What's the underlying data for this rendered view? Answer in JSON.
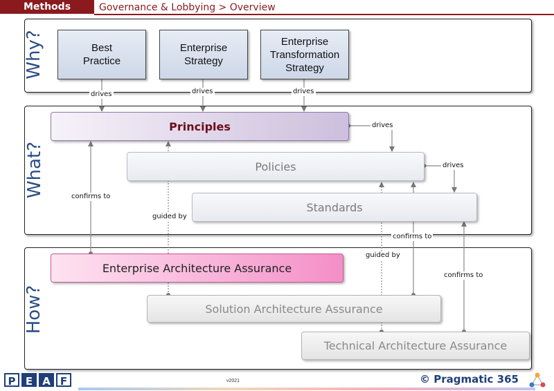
{
  "header": {
    "tab": "Methods",
    "breadcrumb": "Governance & Lobbying > Overview"
  },
  "bands": {
    "why": "Why?",
    "what": "What?",
    "how": "How?"
  },
  "why_boxes": {
    "best_practice": [
      "Best",
      "Practice"
    ],
    "enterprise_strategy": [
      "Enterprise",
      "Strategy"
    ],
    "enterprise_transformation_strategy": [
      "Enterprise",
      "Transformation",
      "Strategy"
    ]
  },
  "what": {
    "principles": "Principles",
    "policies": "Policies",
    "standards": "Standards"
  },
  "how": {
    "enterprise_assurance": "Enterprise Architecture Assurance",
    "solution_assurance": "Solution Architecture Assurance",
    "technical_assurance": "Technical Architecture Assurance"
  },
  "labels": {
    "drives": "drives",
    "confirms_to": "confirms to",
    "guided_by": "guided by"
  },
  "footer": {
    "logo_letters": [
      "P",
      "E",
      "A",
      "F"
    ],
    "version": "v2021",
    "brand": "© Pragmatic 365"
  },
  "colors": {
    "header": "#8b1a1f",
    "band_label": "#2c4f86",
    "principles_text": "#6b0d1c",
    "enterprise_assurance_fill": "#f59ad0"
  }
}
